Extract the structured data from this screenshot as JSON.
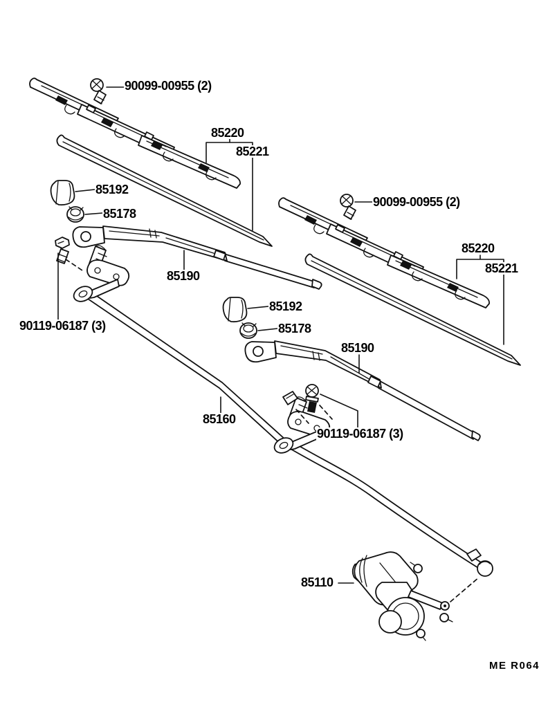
{
  "diagram": {
    "background": "#ffffff",
    "line_color": "#111111",
    "footer_code": "ME R064",
    "labels": {
      "screw_left": "90099-00955 (2)",
      "screw_right": "90099-00955 (2)",
      "blade_assy_left": "85220",
      "blade_assy_right": "85220",
      "blade_insert_left": "85221",
      "blade_insert_right": "85221",
      "arm_head_cap_left": "85192",
      "arm_head_cap_right": "85192",
      "arm_nut_left": "85178",
      "arm_nut_right": "85178",
      "wiper_arm_left": "85190",
      "wiper_arm_right": "85190",
      "pivot_bolt_left": "90119-06187 (3)",
      "pivot_bolt_right": "90119-06187 (3)",
      "wiper_link": "85160",
      "wiper_motor": "85110"
    }
  }
}
